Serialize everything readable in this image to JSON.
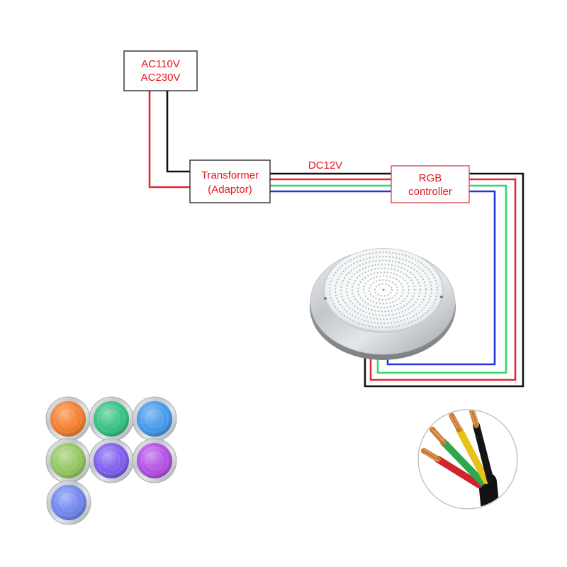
{
  "diagram": {
    "ac_source": {
      "line1": "AC110V",
      "line2": "AC230V"
    },
    "transformer": {
      "line1": "Transformer",
      "line2": "(Adaptor)"
    },
    "dc_output": {
      "label": "DC12V"
    },
    "rgb_controller": {
      "line1": "RGB",
      "line2": "controller"
    }
  },
  "icons": {
    "main_lamp": "pool-light-icon",
    "cable": "four-core-cable-icon"
  },
  "colors": {
    "label_text": "#e3171e",
    "box_border": "#1e1e1e",
    "controller_border": "#d8434b",
    "wire_black": "#111111",
    "wire_red": "#e22a33",
    "wire_green": "#3ad36c",
    "wire_blue": "#2436d8"
  },
  "color_swatches": [
    {
      "icon": "orange-pool-light-icon",
      "color": "#f47b28"
    },
    {
      "icon": "green-pool-light-icon",
      "color": "#2fc07e"
    },
    {
      "icon": "blue-pool-light-icon",
      "color": "#3e97ea"
    },
    {
      "icon": "lime-pool-light-icon",
      "color": "#91c65c"
    },
    {
      "icon": "purple-pool-light-icon",
      "color": "#7a58ee"
    },
    {
      "icon": "violet-pool-light-icon",
      "color": "#b24ae6"
    },
    {
      "icon": "periwinkle-pool-light-icon",
      "color": "#6c83f0"
    }
  ],
  "cable_cores": [
    {
      "color": "#151515"
    },
    {
      "color": "#e6c21a"
    },
    {
      "color": "#2ea84a"
    },
    {
      "color": "#d1232a"
    }
  ]
}
